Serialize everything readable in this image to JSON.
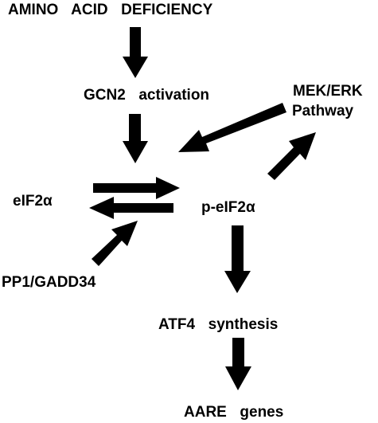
{
  "nodes": {
    "amino_acid_deficiency": "AMINO  ACID  DEFICIENCY",
    "gcn2_activation": "GCN2  activation",
    "mek_erk_line1": "MEK/ERK",
    "mek_erk_line2": "Pathway",
    "eif2a": "eIF2α",
    "p_eif2a": "p-eIF2α",
    "pp1_gadd34": "PP1/GADD34",
    "atf4_synthesis": "ATF4  synthesis",
    "aare_genes": "AARE  genes"
  },
  "colors": {
    "ink": "#000000",
    "background": "#ffffff"
  }
}
